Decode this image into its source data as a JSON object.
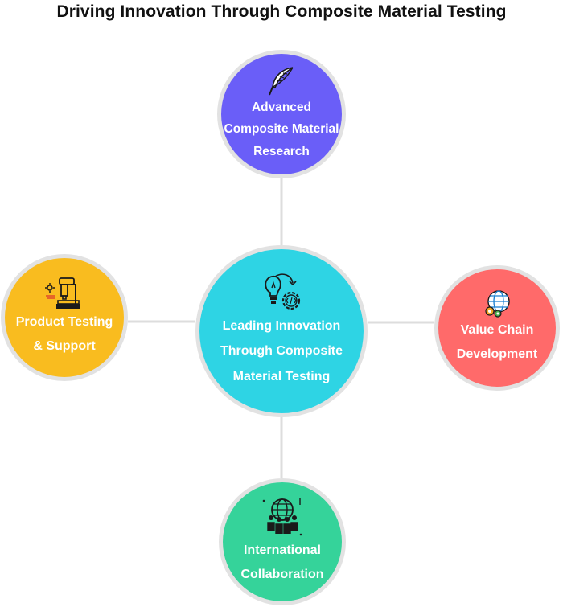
{
  "diagram": {
    "title": "Driving Innovation Through Composite Material Testing",
    "center": {
      "lines": [
        "Leading Innovation",
        "Through Composite",
        "Material Testing"
      ],
      "icon": "lightbulb-gear-code-icon",
      "color": "#2ed4e4"
    },
    "nodes": {
      "top": {
        "lines": [
          "Advanced",
          "Composite Material",
          "Research"
        ],
        "icon": "feather-icon",
        "color": "#6a5ef8"
      },
      "left": {
        "lines": [
          "Product Testing",
          "& Support"
        ],
        "icon": "microscope-lab-icon",
        "color": "#f9bc1f"
      },
      "right": {
        "lines": [
          "Value Chain",
          "Development"
        ],
        "icon": "globe-gears-icon",
        "color": "#ff6a6a"
      },
      "bottom": {
        "lines": [
          "International",
          "Collaboration"
        ],
        "icon": "globe-people-icon",
        "color": "#35d39a"
      }
    },
    "connector_color": "#dddddd",
    "ring_color": "#e2e2e2"
  }
}
